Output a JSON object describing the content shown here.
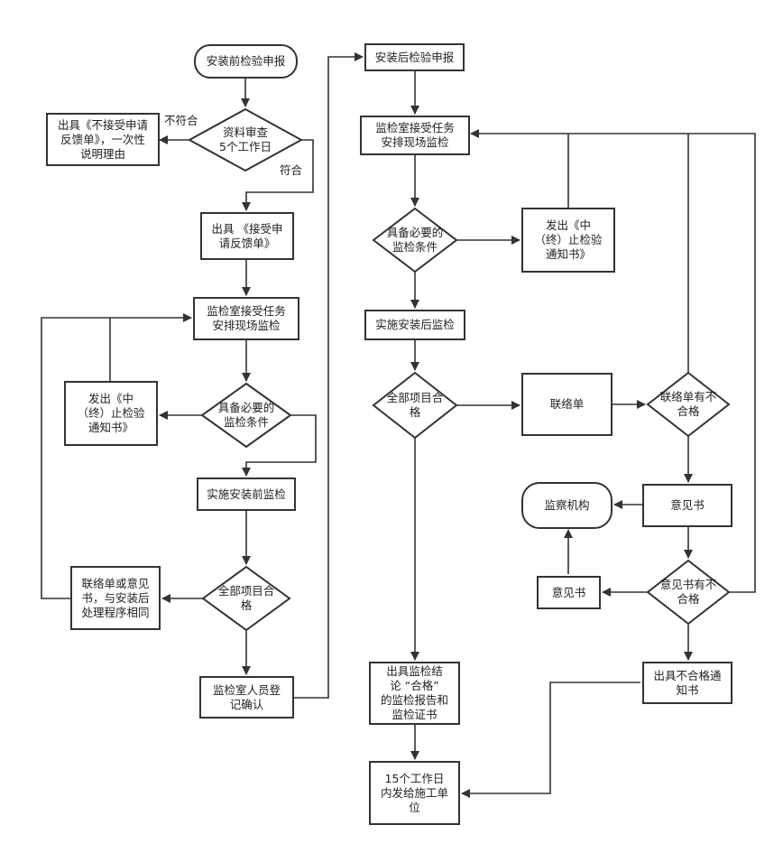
{
  "nodes": {
    "pre_apply": "安装前检验申报",
    "pre_reject": "出具《不接受申请\n反馈单》，一次性\n说明理由",
    "pre_review": "资料审查\n5个工作日",
    "pre_accept": "出具 《接受申\n请反馈单》",
    "pre_task": "监检室接受任务\n安排现场监检",
    "pre_stop": "发出《中\n（终）止检验\n通知书》",
    "pre_cond": "具备必要的\n监检条件",
    "pre_inspect": "实施安装前监检",
    "pre_contact": "联络单或意见\n书，与安装后\n处理程序相同",
    "pre_all": "全部项目合\n格",
    "pre_register": "监检室人员登\n记确认",
    "post_apply": "安装后检验申报",
    "post_task": "监检室接受任务\n安排现场监检",
    "post_cond": "具备必要的\n监检条件",
    "post_stop": "发出《中\n（终）止检验\n通知书》",
    "post_inspect": "实施安装后监检",
    "post_all": "全部项目合\n格",
    "contact_sheet": "联络单",
    "contact_fail": "联络单有不\n合格",
    "supervision": "监察机构",
    "opinion": "意见书",
    "opinion_small": "意见书",
    "opinion_fail": "意见书有不\n合格",
    "report": "出具监检结\n论 “合格”\n的监检报告和\n监检证书",
    "fail_notice": "出具不合格通\n知书",
    "deliver": "15个工作日\n内发给施工单\n位"
  },
  "edge_labels": {
    "not_comply": "不符合",
    "comply": "符合"
  },
  "colors": {
    "line": "#333333",
    "fill": "#ffffff",
    "text": "#222222"
  }
}
